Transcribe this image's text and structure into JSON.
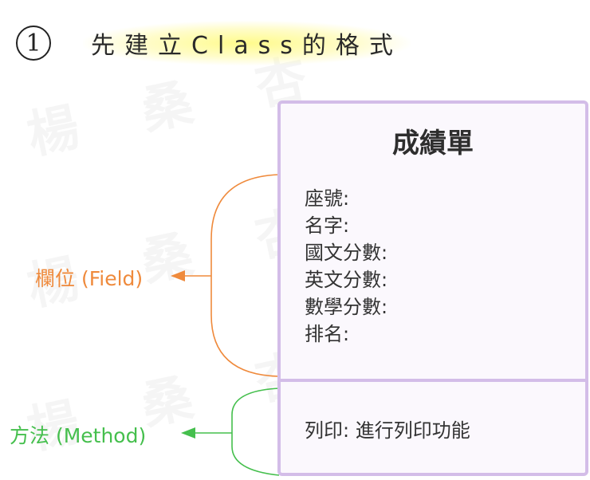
{
  "header": {
    "step_number": "1",
    "title": "先建立Class的格式"
  },
  "watermark": "楊 桑 杏",
  "class_box": {
    "name": "成績單",
    "fields": [
      "座號:",
      "名字:",
      "國文分數:",
      "英文分數:",
      "數學分數:",
      "排名:"
    ],
    "method": "列印:  進行列印功能"
  },
  "annotations": {
    "field_label": "欄位 (Field)",
    "method_label": "方法 (Method)"
  },
  "colors": {
    "field": "#ef8a3c",
    "method": "#45bf4d",
    "box_border": "#d3bde8",
    "highlight": "#fff47a"
  }
}
